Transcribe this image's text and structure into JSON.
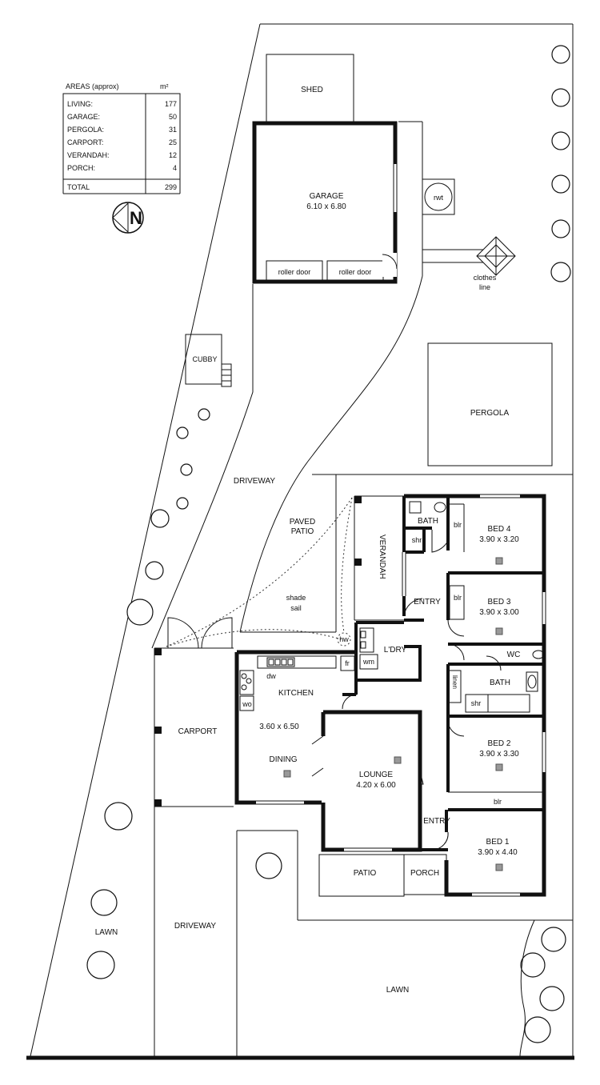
{
  "areas_table": {
    "heading": "AREAS (approx)",
    "unit": "m²",
    "rows": [
      {
        "label": "LIVING:",
        "value": "177"
      },
      {
        "label": "GARAGE:",
        "value": "50"
      },
      {
        "label": "PERGOLA:",
        "value": "31"
      },
      {
        "label": "CARPORT:",
        "value": "25"
      },
      {
        "label": "VERANDAH:",
        "value": "12"
      },
      {
        "label": "PORCH:",
        "value": "4"
      }
    ],
    "total_label": "TOTAL",
    "total_value": "299"
  },
  "north_arrow": {
    "letter": "N"
  },
  "outbuildings": {
    "shed": "SHED",
    "garage": "GARAGE",
    "garage_dims": "6.10 x 6.80",
    "roller_door_1": "roller door",
    "roller_door_2": "roller door",
    "rwt": "rwt",
    "clothes_line_1": "clothes",
    "clothes_line_2": "line",
    "pergola": "PERGOLA",
    "cubby": "CUBBY"
  },
  "outdoor": {
    "driveway_top": "DRIVEWAY",
    "paved_patio_1": "PAVED",
    "paved_patio_2": "PATIO",
    "shade_sail_1": "shade",
    "shade_sail_2": "sail",
    "carport": "CARPORT",
    "driveway_bottom": "DRIVEWAY",
    "lawn_left": "LAWN",
    "lawn_bottom": "LAWN",
    "patio": "PATIO",
    "porch": "PORCH"
  },
  "rooms": {
    "bath_top": "BATH",
    "shr_top": "shr",
    "blr_bed4": "blr",
    "bed4": "BED 4",
    "bed4_dims": "3.90 x 3.20",
    "verandah": "VERANDAH",
    "entry_top": "ENTRY",
    "blr_bed3": "blr",
    "bed3": "BED 3",
    "bed3_dims": "3.90 x 3.00",
    "hw": "hw",
    "ldry": "L'DRY",
    "wm": "wm",
    "wc": "WC",
    "linen": "linen",
    "bath_mid": "BATH",
    "shr_mid": "shr",
    "dw": "dw",
    "fr": "fr",
    "kitchen": "KITCHEN",
    "wo": "wo",
    "kitchen_dims": "3.60 x 6.50",
    "dining": "DINING",
    "lounge": "LOUNGE",
    "lounge_dims": "4.20 x 6.00",
    "bed2": "BED 2",
    "bed2_dims": "3.90 x 3.30",
    "blr_bed1": "blr",
    "entry_bottom": "ENTRY",
    "bed1": "BED 1",
    "bed1_dims": "3.90 x 4.40"
  }
}
